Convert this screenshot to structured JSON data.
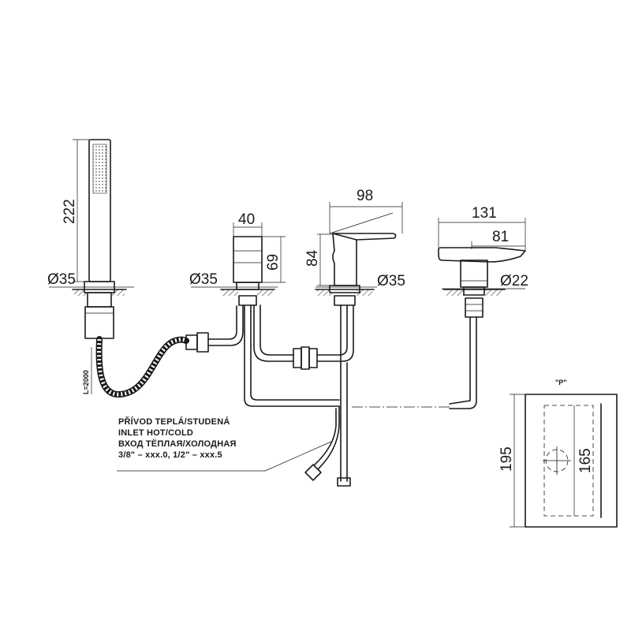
{
  "dimensions": {
    "shower_height": "222",
    "shower_diameter": "Ø35",
    "column_width": "40",
    "column_height": "69",
    "column_diameter": "Ø35",
    "mixer_width": "98",
    "mixer_height": "84",
    "mixer_diameter": "Ø35",
    "spout_width": "131",
    "spout_inner_width": "81",
    "spout_diameter": "Ø22",
    "hose_length": "L=2000",
    "cutout_outer": "195",
    "cutout_inner": "165"
  },
  "note": {
    "line1": "PŘÍVOD TEPLÁ/STUDENÁ",
    "line2": "INLET HOT/COLD",
    "line3": "ВХОД ТЁПЛАЯ/ХОЛОДНАЯ",
    "line4": "3/8\" – xxx.0, 1/2\" – xxx.5"
  },
  "detail_label": "\"P\""
}
